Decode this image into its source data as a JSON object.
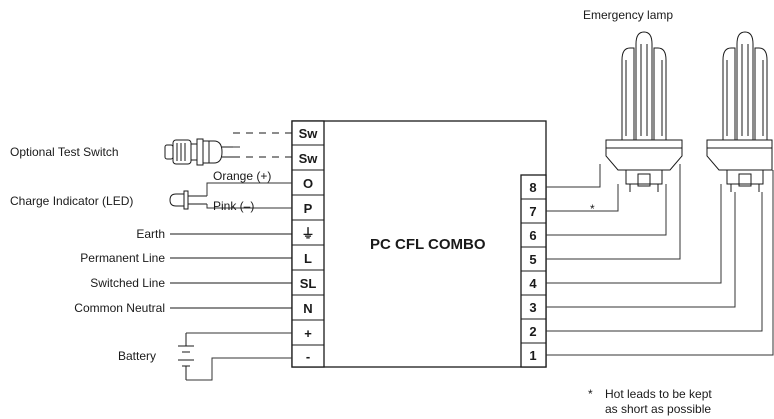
{
  "title": "PC CFL COMBO",
  "emergency_lamp_label": "Emergency lamp",
  "left_labels": {
    "test_switch": "Optional Test Switch",
    "charge_indicator": "Charge Indicator (LED)",
    "orange": "Orange (+)",
    "pink": "Pink (–)",
    "earth": "Earth",
    "permanent_line": "Permanent Line",
    "switched_line": "Switched Line",
    "common_neutral": "Common Neutral",
    "battery": "Battery"
  },
  "left_terminals": [
    "Sw",
    "Sw",
    "O",
    "P",
    "⏚",
    "L",
    "SL",
    "N",
    "+",
    "-"
  ],
  "right_terminals": [
    "8",
    "7",
    "6",
    "5",
    "4",
    "3",
    "2",
    "1"
  ],
  "asterisk": "*",
  "note": {
    "marker": "*",
    "line1": "Hot leads to be kept",
    "line2": "as short as possible"
  }
}
